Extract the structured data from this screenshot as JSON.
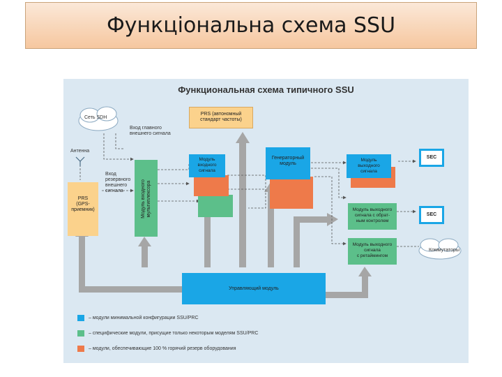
{
  "slide": {
    "title": "Функціональна схема SSU"
  },
  "diagram": {
    "title": "Функциональная схема типичного SSU",
    "nodes": {
      "sdh_cloud": "Сеть SDH",
      "antenna": "Антенна",
      "prs_gps": "PRS\n(GPS-\nприемник)",
      "prs_autonomous": "PRS (автономный\nстандарт частоты)",
      "main_input_label": "Вход главного\nвнешнего сигнала",
      "reserve_input_label": "Вход\nрезервного\nвнешнего\nсигнала",
      "input_mux": "Модуль входного\nмультиплексора",
      "input_signal_module": "Модуль\nвходного\nсигнала",
      "generator_module": "Генераторный\nмодуль",
      "output_module": "Модуль\nвыходного\nсигнала",
      "output_feedback_module": "Модуль выходного\nсигнала с обрат-\nным контролем",
      "output_retiming_module": "Модуль выходного\nсигнала\nс ретаймингом",
      "control_module": "Управляющий модуль",
      "sec_1": "SEC",
      "sec_2": "SEC",
      "switches_cloud": "Коммутаторы"
    },
    "legend": [
      {
        "text": "– модули минимальной конфигурации SSU/PRC",
        "color": "#1aa6e6"
      },
      {
        "text": "– специфические модули, присущие только некоторым моделям SSU/PRC",
        "color": "#5cbf8a"
      },
      {
        "text": "– модули, обеспечивающие 100 % горячий резерв оборудования",
        "color": "#ee7a4a"
      }
    ],
    "colors": {
      "background": "#dbe8f2",
      "blue": "#1aa6e6",
      "green": "#5cbf8a",
      "orange": "#ee7a4a",
      "prs": "#fbd28c",
      "arrow": "#9a9a9a"
    }
  }
}
